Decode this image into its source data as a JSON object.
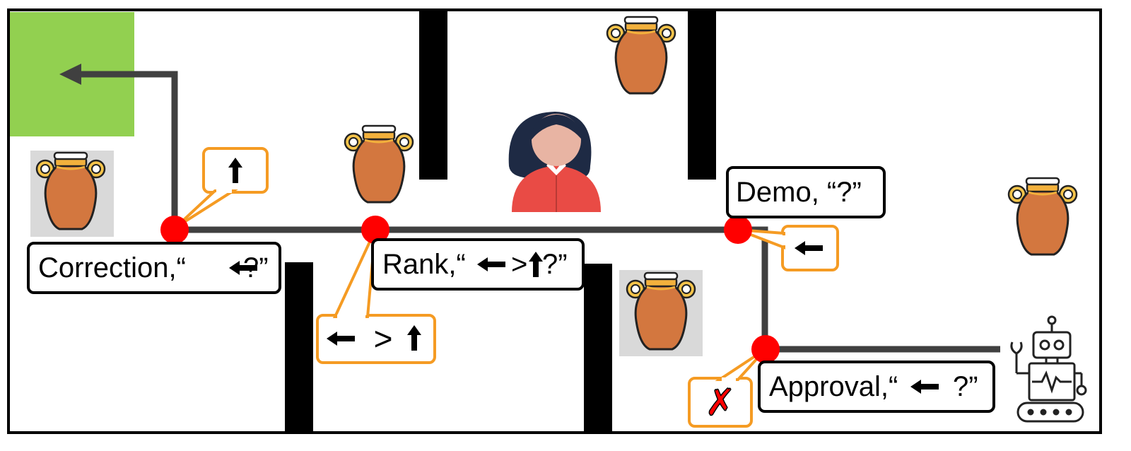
{
  "colors": {
    "border": "#000000",
    "wall": "#000000",
    "path": "#404040",
    "goal": "#92d050",
    "decision_point": "#ff0000",
    "bubble_border": "#f59b23",
    "jar_body": "#d3773f",
    "highlight_box": "#d9d9d9",
    "person_shirt": "#e94b45",
    "person_hair": "#1e2a44",
    "person_skin": "#e8b4a3",
    "reject_mark": "#ff0000"
  },
  "labels": {
    "correction": {
      "prefix": "Correction,“",
      "suffix": "?”",
      "arrow": "left"
    },
    "rank": {
      "prefix": "Rank,“",
      "middle": ">",
      "suffix": "?”",
      "arrows": [
        "left",
        "up"
      ]
    },
    "demo": {
      "text": "Demo, “?”"
    },
    "approval": {
      "prefix": "Approval,“",
      "suffix": "?”",
      "arrow": "left"
    }
  },
  "responses": {
    "correction": {
      "arrow": "up"
    },
    "rank": {
      "symbol": ">",
      "arrows": [
        "left",
        "up"
      ]
    },
    "demo": {
      "arrow": "left"
    },
    "approval": {
      "mark": "✗",
      "icon": "reject-x-icon"
    }
  },
  "icons": {
    "human": "human-avatar-icon",
    "robot": "robot-icon",
    "jar": "jar-icon",
    "goal": "goal-region"
  }
}
